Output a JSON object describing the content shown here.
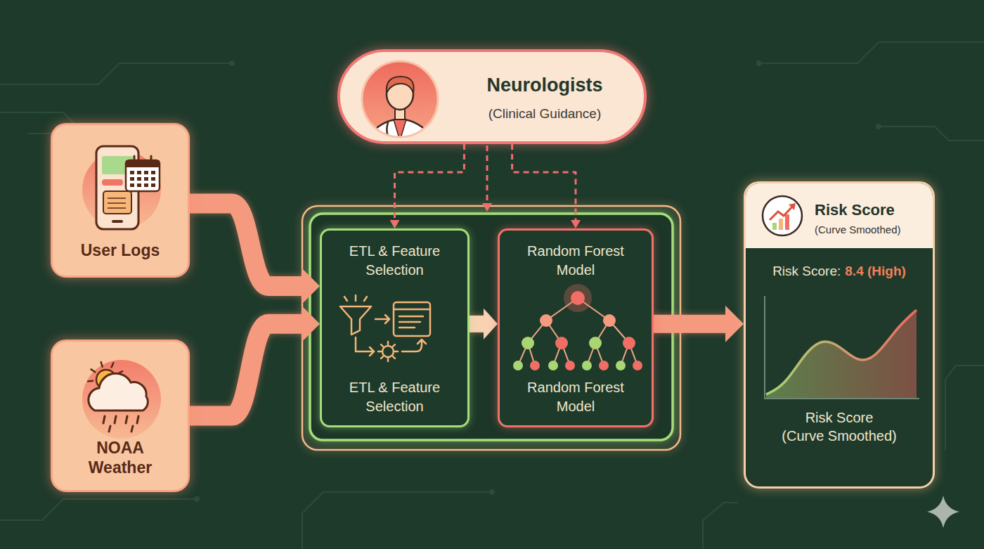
{
  "diagram": {
    "nodes": [
      {
        "text": [
          "User Logs"
        ]
      },
      {
        "text": [
          "NOAA Weather"
        ]
      },
      {
        "text": [
          "Neurologists",
          "(Clinical Guidance)"
        ]
      },
      {
        "text": [
          "ETL & Feature Selection",
          "ETL & Feature Selection"
        ]
      },
      {
        "text": [
          "Random Forest Model",
          "Random Forest Model"
        ]
      },
      {
        "text": [
          "Risk Score",
          "(Curve Smoothed)",
          "Risk Score:",
          "8.4 (High)",
          "Risk Score (Curve Smoothed)"
        ]
      }
    ],
    "edges": [
      {
        "from": 0,
        "to": 3,
        "arrow": "to"
      },
      {
        "from": 1,
        "to": 3,
        "arrow": "to"
      },
      {
        "from": 2,
        "to": 3,
        "arrow": "to"
      },
      {
        "from": 2,
        "to": 4,
        "arrow": "to"
      },
      {
        "from": 3,
        "to": 4,
        "arrow": "to"
      },
      {
        "from": 4,
        "to": 5,
        "arrow": "to"
      }
    ]
  }
}
